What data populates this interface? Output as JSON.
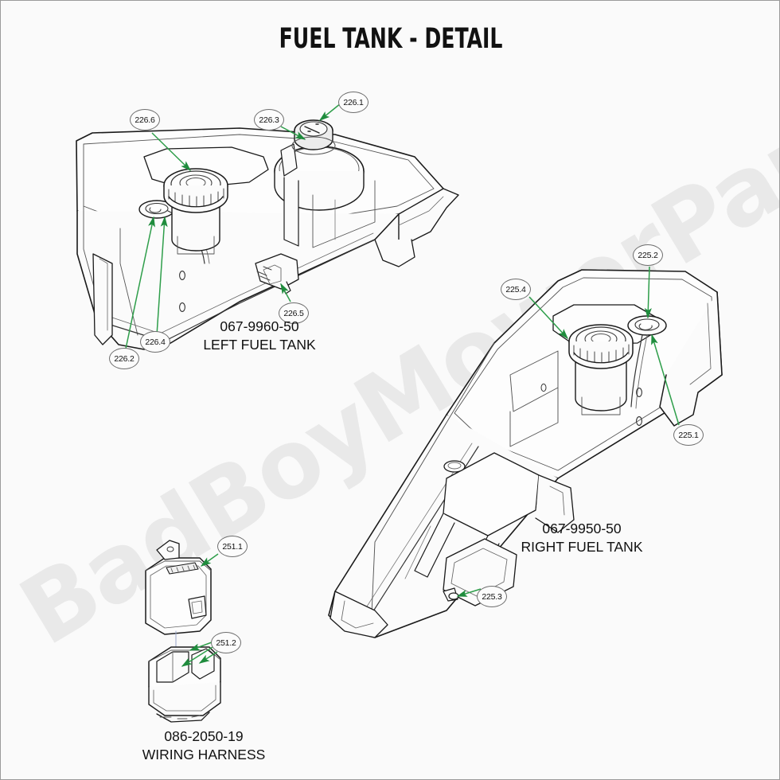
{
  "page": {
    "title": "FUEL TANK - DETAIL",
    "watermark": "BadBoyMowerParts.com",
    "background_color": "#fafafa",
    "leader_color": "#2e9e4a",
    "line_color": "#1a1a1a",
    "bubble_border_color": "#6e6e6e"
  },
  "parts": [
    {
      "part_number": "067-9960-50",
      "name": "LEFT FUEL TANK",
      "callouts": [
        "226.1",
        "226.2",
        "226.3",
        "226.4",
        "226.5",
        "226.6"
      ]
    },
    {
      "part_number": "067-9950-50",
      "name": "RIGHT FUEL TANK",
      "callouts": [
        "225.1",
        "225.2",
        "225.3",
        "225.4"
      ]
    },
    {
      "part_number": "086-2050-19",
      "name": "WIRING HARNESS",
      "callouts": [
        "251.1",
        "251.2"
      ]
    }
  ],
  "callouts": {
    "c2261": "226.1",
    "c2262": "226.2",
    "c2263": "226.3",
    "c2264": "226.4",
    "c2265": "226.5",
    "c2266": "226.6",
    "c2251": "225.1",
    "c2252": "225.2",
    "c2253": "225.3",
    "c2254": "225.4",
    "c2511": "251.1",
    "c2512": "251.2"
  }
}
